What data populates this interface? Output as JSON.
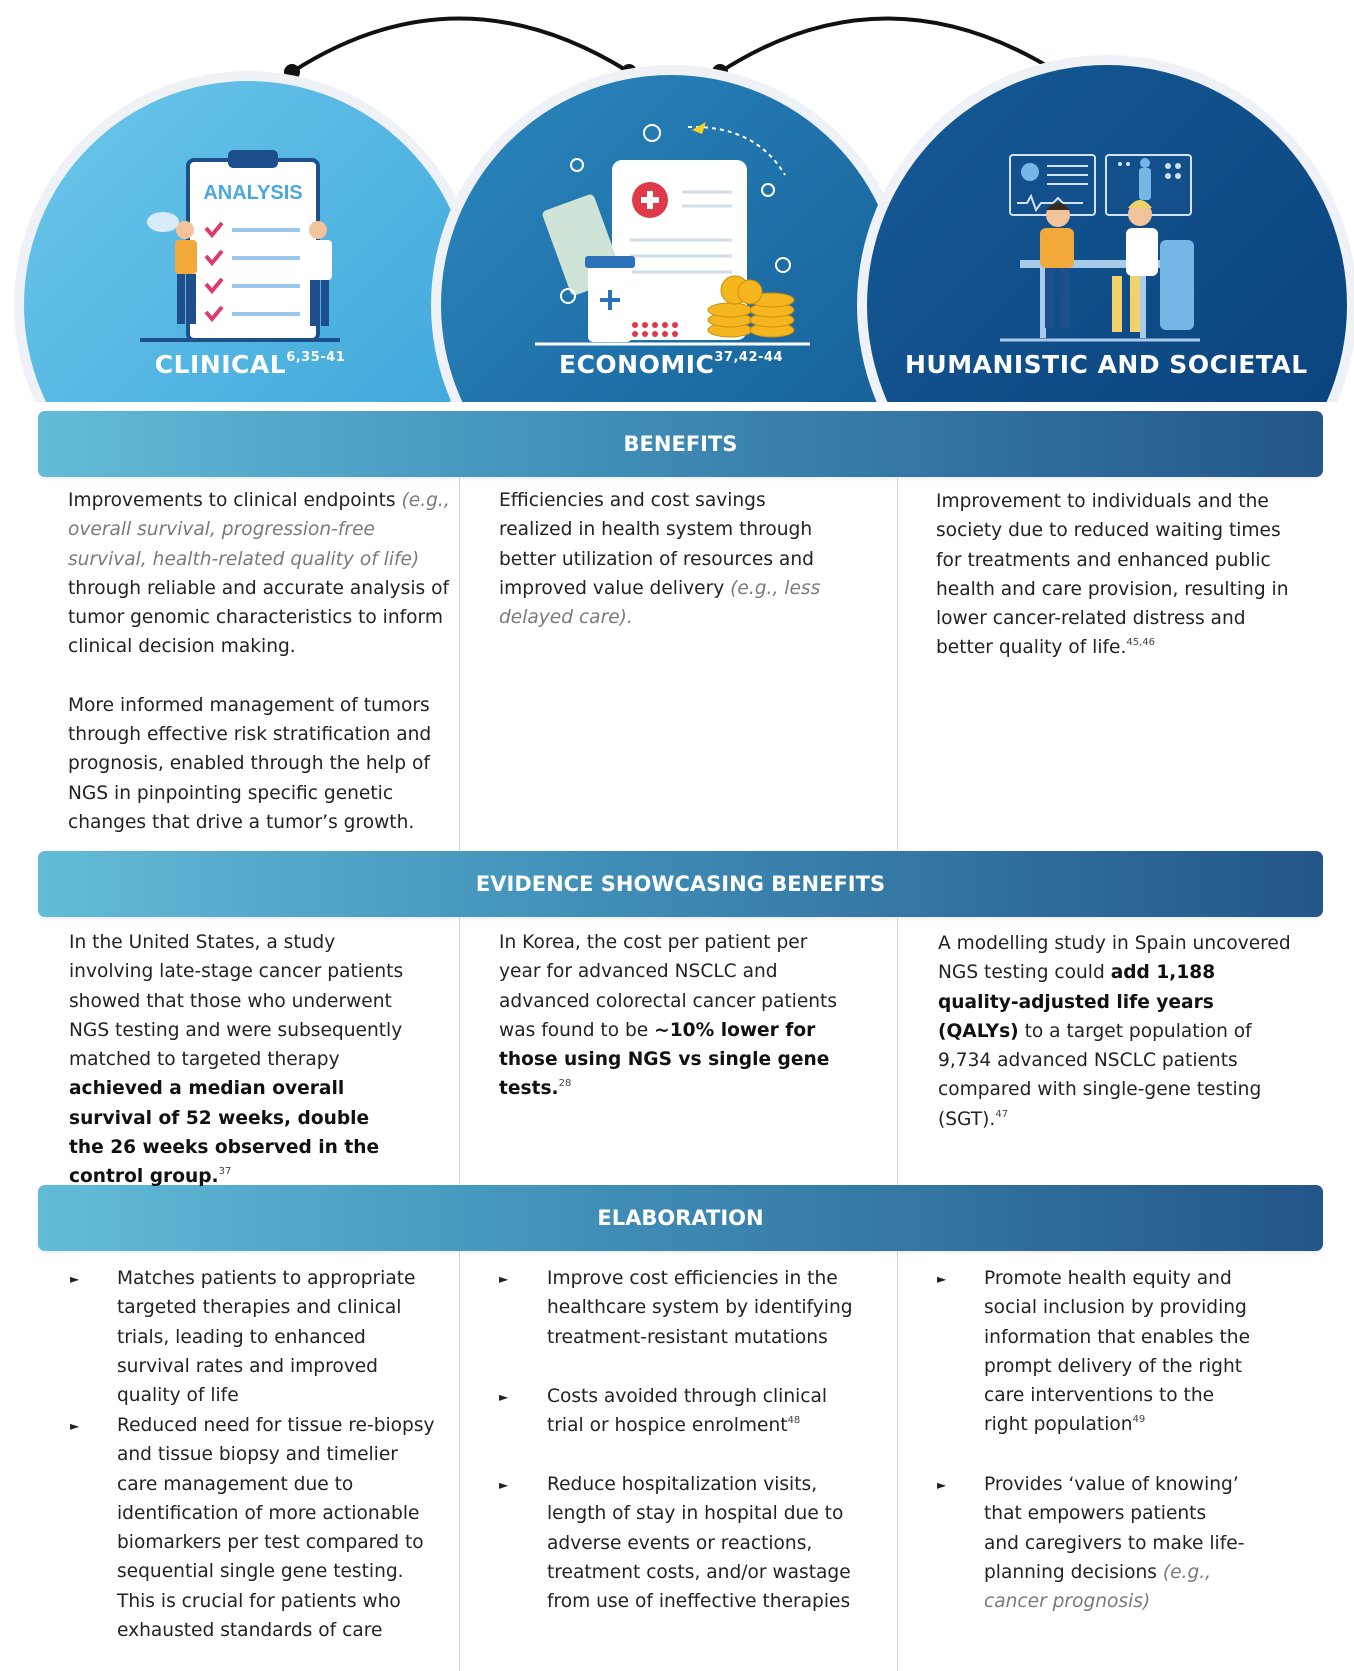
{
  "categories": [
    {
      "name": "CLINICAL",
      "refs": "6,35-41",
      "illustration_text": "ANALYSIS",
      "color": "#5ab9e3"
    },
    {
      "name": "ECONOMIC",
      "refs": "37,42-44",
      "color": "#1f6fa9"
    },
    {
      "name": "HUMANISTIC AND SOCIETAL",
      "refs": "",
      "color": "#0d4f8c"
    }
  ],
  "sections": {
    "benefits": "BENEFITS",
    "evidence": "EVIDENCE SHOWCASING BENEFITS",
    "elaboration": "ELABORATION"
  },
  "benefits": {
    "clinical": {
      "p1_a": "Improvements to clinical endpoints",
      "p1_italic": "(e.g., overall survival, progression-free survival, health-related quality of life)",
      "p1_b": "through reliable and accurate analysis of tumor genomic characteristics to inform clinical decision making.",
      "p2": "More informed management of tumors through effective risk stratification and prognosis, enabled through the help of NGS in pinpointing specific genetic changes that drive a tumor’s growth."
    },
    "economic": {
      "text": "Efficiencies and cost savings realized in health system through better utilization of resources and improved value delivery",
      "italic": "(e.g., less delayed care)."
    },
    "humanistic": {
      "text": "Improvement to individuals and the society due to reduced waiting times for treatments and enhanced public health and care provision, resulting in lower cancer-related distress and better quality of life.",
      "ref": "45,46"
    }
  },
  "evidence": {
    "clinical": {
      "text": "In the United States, a study involving late-stage cancer patients showed that those who underwent NGS testing and were subsequently matched to targeted therapy",
      "bold": "achieved a median overall survival of 52 weeks, double the 26 weeks observed in the control group.",
      "ref": "37"
    },
    "economic": {
      "text": "In Korea, the cost per patient per year for advanced NSCLC and advanced colorectal cancer patients was found to be",
      "bold": "~10% lower for those using NGS vs single gene tests.",
      "ref": "28"
    },
    "humanistic": {
      "text_a": "A modelling study in Spain uncovered NGS testing could",
      "bold": "add 1,188 quality-adjusted life years (QALYs)",
      "text_b": "to a target population of 9,734 advanced NSCLC patients compared with single-gene testing (SGT).",
      "ref": "47"
    }
  },
  "elaboration": {
    "bullet_glyph": "►",
    "clinical": [
      {
        "text": "Matches patients to appropriate targeted therapies and clinical trials, leading to enhanced survival rates and improved quality of life"
      },
      {
        "text": "Reduced need for tissue re-biopsy and tissue biopsy and timelier care management due to identification of more actionable biomarkers per test compared to sequential single gene testing. This is crucial for patients who exhausted standards of care"
      }
    ],
    "economic": [
      {
        "text": "Improve cost efficiencies in the healthcare system by identifying treatment-resistant mutations"
      },
      {
        "text": "Costs avoided through clinical trial or hospice enrolment",
        "ref": "48"
      },
      {
        "text": "Reduce hospitalization visits, length of stay in hospital due to adverse events or reactions, treatment costs, and/or wastage from use of ineffective therapies"
      }
    ],
    "humanistic": [
      {
        "text": "Promote health equity and social inclusion by providing information that enables the prompt delivery of the right care interventions to the right population",
        "ref": "49"
      },
      {
        "text": "Provides ‘value of knowing’ that empowers patients and caregivers to make life-planning decisions",
        "italic": "(e.g., cancer prognosis)"
      }
    ]
  }
}
